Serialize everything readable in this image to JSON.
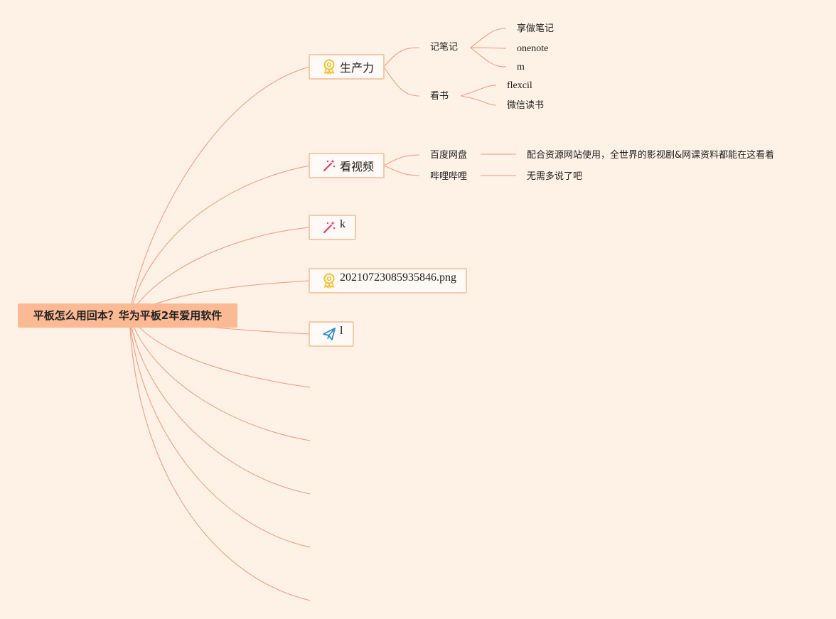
{
  "root": {
    "label": "平板怎么用回本？华为平板2年爱用软件"
  },
  "branches": [
    {
      "label": "生产力",
      "icon": "award-ribbon-icon",
      "children": [
        {
          "label": "记笔记",
          "children": [
            {
              "label": "享做笔记"
            },
            {
              "label": "onenote"
            },
            {
              "label": "m"
            }
          ]
        },
        {
          "label": "看书",
          "children": [
            {
              "label": "flexcil"
            },
            {
              "label": "微信读书"
            }
          ]
        }
      ]
    },
    {
      "label": "看视频",
      "icon": "magic-wand-icon",
      "children": [
        {
          "label": "百度网盘",
          "children": [
            {
              "label": "配合资源网站使用，全世界的影视剧&网课资料都能在这看着"
            }
          ]
        },
        {
          "label": "哔哩哔哩",
          "children": [
            {
              "label": "无需多说了吧"
            }
          ]
        }
      ]
    },
    {
      "label": "k",
      "icon": "magic-wand-icon"
    },
    {
      "label": "20210723085935846.png",
      "icon": "award-ribbon-icon"
    },
    {
      "label": "l",
      "icon": "paper-plane-icon"
    }
  ],
  "empty_branch_count": 5,
  "colors": {
    "background": "#fef1e6",
    "root_fill": "#fbb994",
    "node_border": "#f8c8ab",
    "link": "#f2957c",
    "award_icon": "#f2c12e",
    "wand_icon": "#e03a7a",
    "plane_icon": "#2a8fc9"
  }
}
